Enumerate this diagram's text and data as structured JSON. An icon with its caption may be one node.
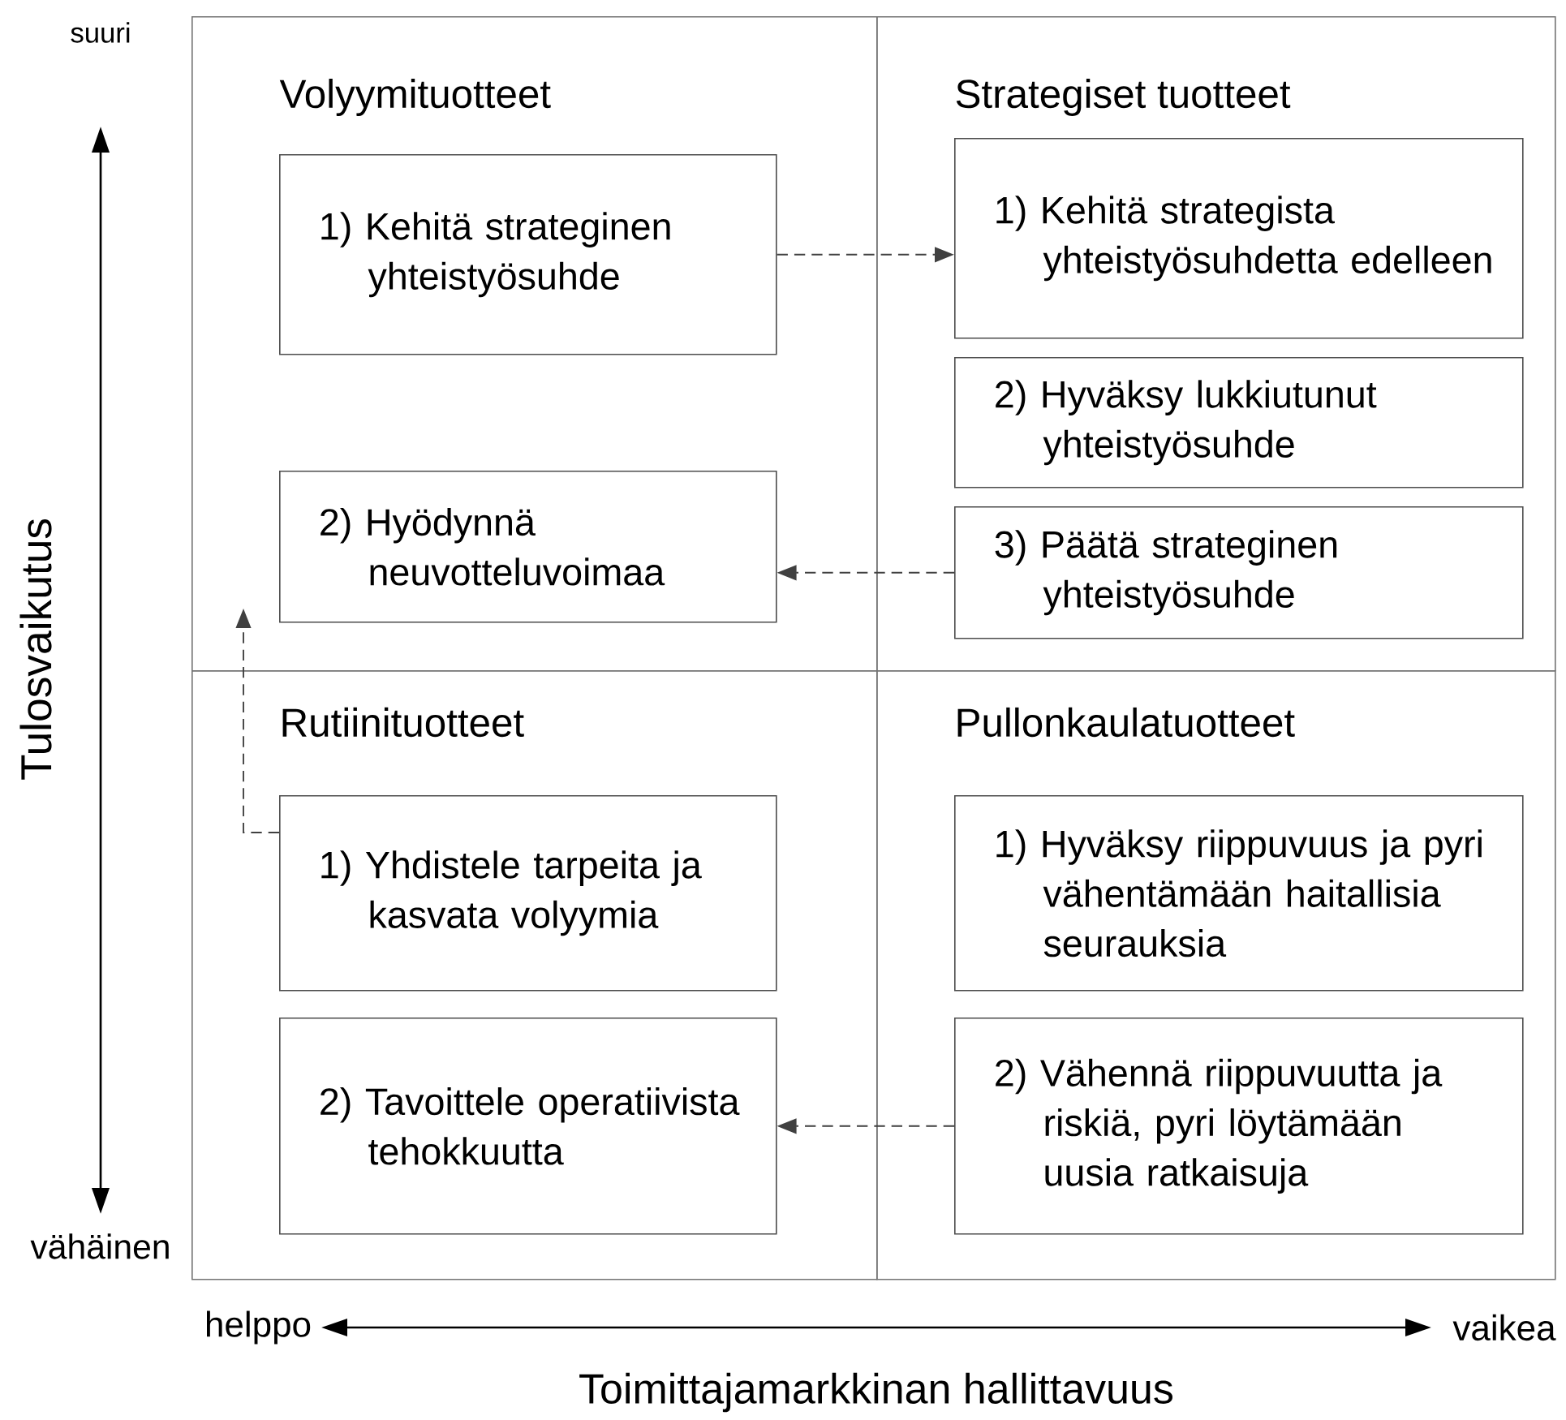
{
  "diagram": {
    "nodes": [
      {
        "text": [
          "Volyymituotteet"
        ]
      },
      {
        "text": [
          "1) Kehitä strateginen yhteistyösuhde"
        ],
        "in": 0
      },
      {
        "text": [
          "2) Hyödynnä neuvotteluvoimaa"
        ],
        "in": 0
      },
      {
        "text": [
          "Strategiset tuotteet"
        ]
      },
      {
        "text": [
          "1) Kehitä strategista yhteistyösuhdetta edelleen"
        ],
        "in": 3
      },
      {
        "text": [
          "2) Hyväksy lukkiutunut yhteistyösuhde"
        ],
        "in": 3
      },
      {
        "text": [
          "3) Päätä strateginen yhteistyösuhde"
        ],
        "in": 3
      },
      {
        "text": [
          "Rutiinituotteet"
        ]
      },
      {
        "text": [
          "1) Yhdistele tarpeita ja kasvata volyymia"
        ],
        "in": 7
      },
      {
        "text": [
          "2) Tavoittele operatiivista tehokkuutta"
        ],
        "in": 7
      },
      {
        "text": [
          "Pullonkaulatuotteet"
        ]
      },
      {
        "text": [
          "1) Hyväksy riippuvuus ja pyri vähentämään haitallisia seurauksia"
        ],
        "in": 10
      },
      {
        "text": [
          "2) Vähennä riippuvuutta ja riskiä, pyri löytämään uusia ratkaisuja"
        ],
        "in": 10
      }
    ],
    "edges": [
      {
        "from": 1,
        "to": 4,
        "arrow": "to",
        "style": "dashed"
      },
      {
        "from": 6,
        "to": 2,
        "arrow": "to",
        "style": "dashed"
      },
      {
        "from": 8,
        "to": 2,
        "arrow": "to",
        "style": "dashed"
      },
      {
        "from": 12,
        "to": 9,
        "arrow": "to",
        "style": "dashed"
      }
    ],
    "labels": [
      "suuri",
      "Tulosvaikutus",
      "vähäinen",
      "helppo",
      "vaikea",
      "Toimittajamarkkinan hallittavuus"
    ]
  }
}
